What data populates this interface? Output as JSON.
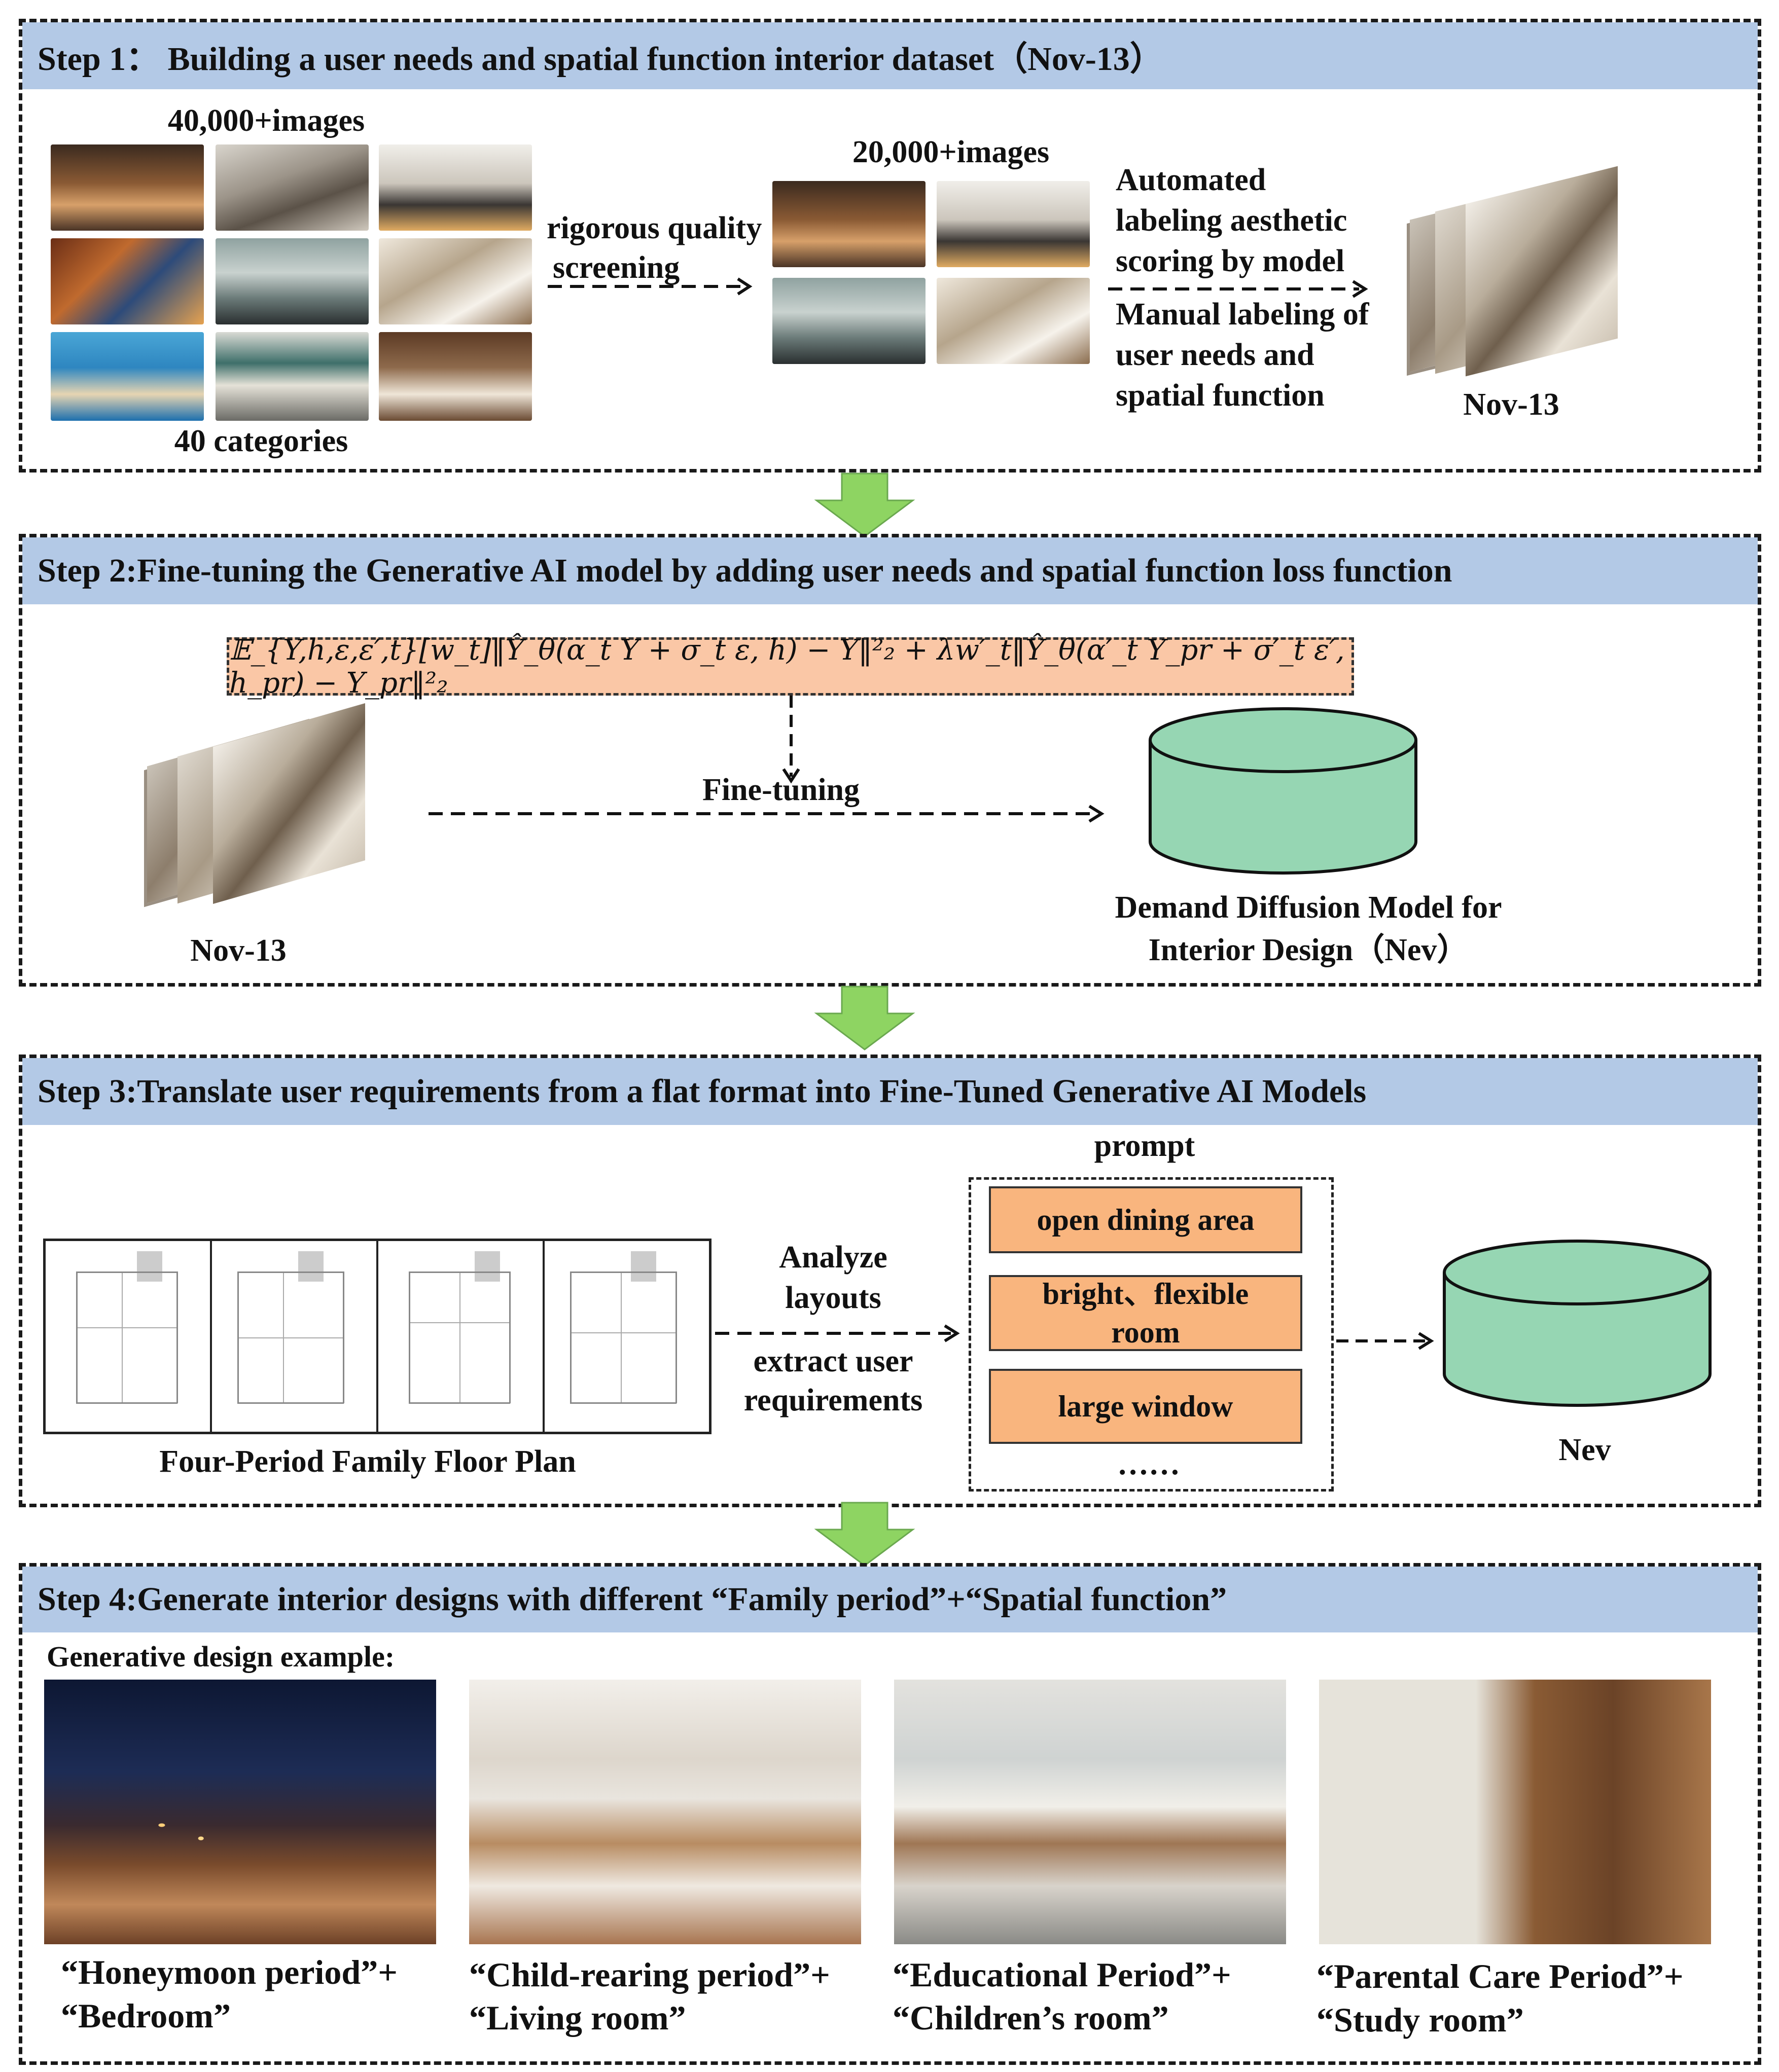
{
  "colors": {
    "step_band": "#b3c9e6",
    "arrow_green": "#8ed462",
    "cylinder_green": "#96d6b3",
    "prompt_orange": "#f9b57e",
    "formula_bg": "#fac7a6"
  },
  "step1": {
    "title": "Step 1： Building a user needs and spatial function interior dataset（Nov-13）",
    "images_count": "40,000+images",
    "categories": "40 categories",
    "screening": [
      "rigorous quality",
      "screening"
    ],
    "filtered_count": "20,000+images",
    "labeling": [
      "Automated",
      "labeling aesthetic",
      "scoring by model",
      "Manual labeling of",
      "user needs and",
      "spatial function"
    ],
    "dataset_name": "Nov-13"
  },
  "step2": {
    "title": "Step 2:Fine-tuning the Generative AI model by adding user needs and spatial function loss function",
    "formula": "𝔼_{Y,h,ε,ε′,t}[w_t]‖Ŷ_θ(α_t Y + σ_t ε, h) − Y‖²₂ + λw′_t‖Ŷ_θ(α′_t Y_pr + σ′_t ε′, h_pr) − Y_pr‖²₂",
    "finetuning": "Fine-tuning",
    "dataset_name": "Nov-13",
    "model_name": [
      "Demand Diffusion Model for",
      "Interior Design（Nev）"
    ]
  },
  "step3": {
    "title": "Step 3:Translate user requirements from a flat format into Fine-Tuned Generative AI Models",
    "floorplan_caption": "Four-Period Family Floor Plan",
    "analyze": [
      "Analyze",
      "layouts"
    ],
    "extract": [
      "extract user",
      "requirements"
    ],
    "prompt_title": "prompt",
    "prompts": [
      "open dining area",
      "bright、flexible room",
      "large window"
    ],
    "ellipsis": "……",
    "model_name": "Nev"
  },
  "step4": {
    "title": "Step 4:Generate interior designs with different “Family period”+“Spatial function”",
    "example_label": "Generative design example:",
    "examples": [
      {
        "line1": "“Honeymoon period”+",
        "line2": "“Bedroom”"
      },
      {
        "line1": "“Child-rearing period”+",
        "line2": "“Living room”"
      },
      {
        "line1": "“Educational Period”+",
        "line2": "“Children’s room”"
      },
      {
        "line1": "“Parental Care Period”+",
        "line2": "“Study room”"
      }
    ]
  }
}
